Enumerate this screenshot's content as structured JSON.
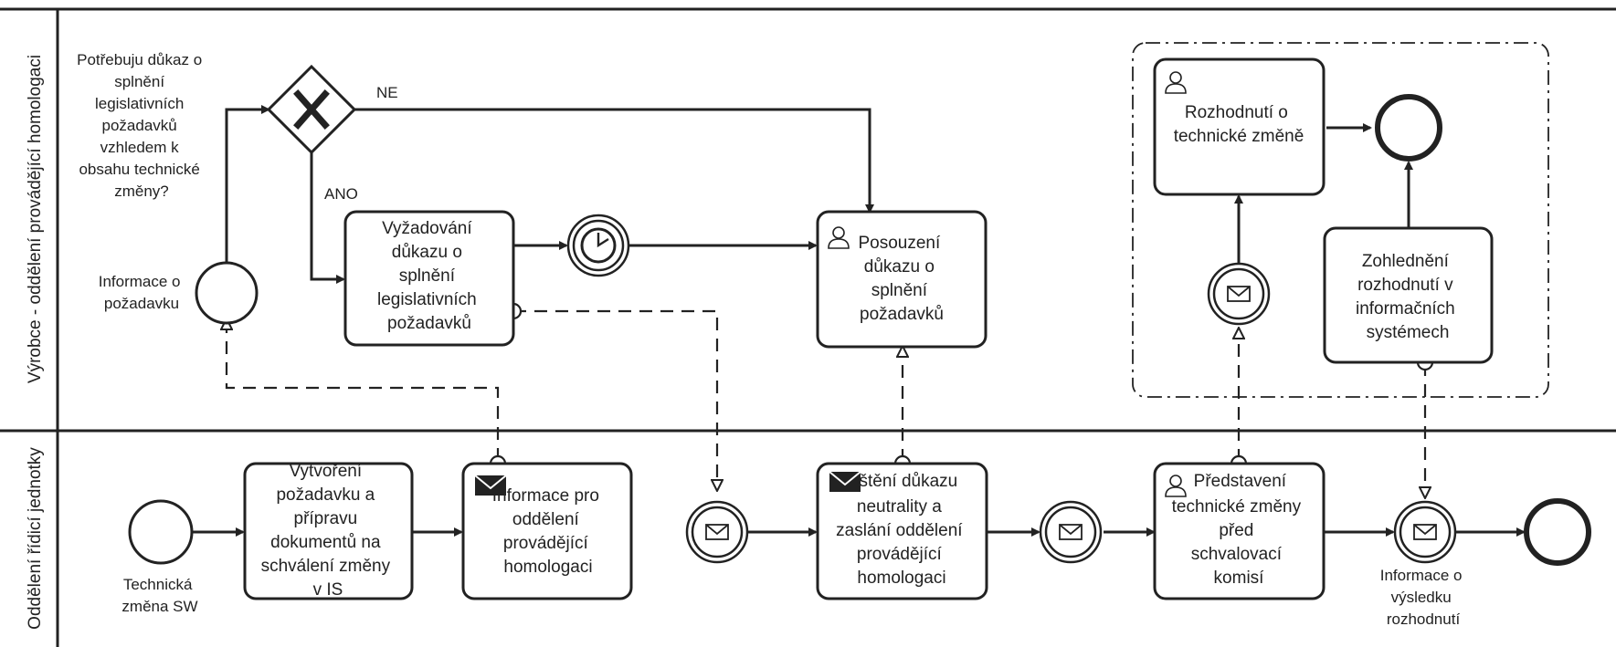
{
  "pools": [
    {
      "label": "Výrobce - oddělení provádějící homologaci"
    },
    {
      "label": "Oddělení řídicí jednotky"
    }
  ],
  "top": {
    "gateway_question": [
      "Potřebuju důkaz o",
      "splnění",
      "legislativních",
      "požadavků",
      "vzhledem k",
      "obsahu technické",
      "změny?"
    ],
    "start_event_label": [
      "Informace o",
      "požadavku"
    ],
    "branch_no": "NE",
    "branch_yes": "ANO",
    "task_require_proof": [
      "Vyžadování",
      "důkazu o",
      "splnění",
      "legislativních",
      "požadavků"
    ],
    "task_assess_proof": [
      "Posouzení",
      "důkazu o",
      "splnění",
      "požadavků"
    ],
    "task_decision": [
      "Rozhodnutí o",
      "technické změně"
    ],
    "task_consider_decision": [
      "Zohlednění",
      "rozhodnutí v",
      "informačních",
      "systémech"
    ]
  },
  "bottom": {
    "start_event_label": [
      "Technická",
      "změna SW"
    ],
    "task_create_request": [
      "Vytvoření",
      "požadavku a",
      "přípravu",
      "dokumentů na",
      "schválení změny",
      "v IS"
    ],
    "task_info": [
      "Informace pro",
      "oddělení",
      "provádějící",
      "homologaci"
    ],
    "task_proof_neutrality": [
      "Zjištění důkazu",
      "neutrality a",
      "zaslání oddělení",
      "provádějící",
      "homologaci"
    ],
    "task_present_change": [
      "Představení",
      "technické změny",
      "před",
      "schvalovací",
      "komisí"
    ],
    "result_label": [
      "Informace o",
      "výsledku",
      "rozhodnutí"
    ]
  }
}
